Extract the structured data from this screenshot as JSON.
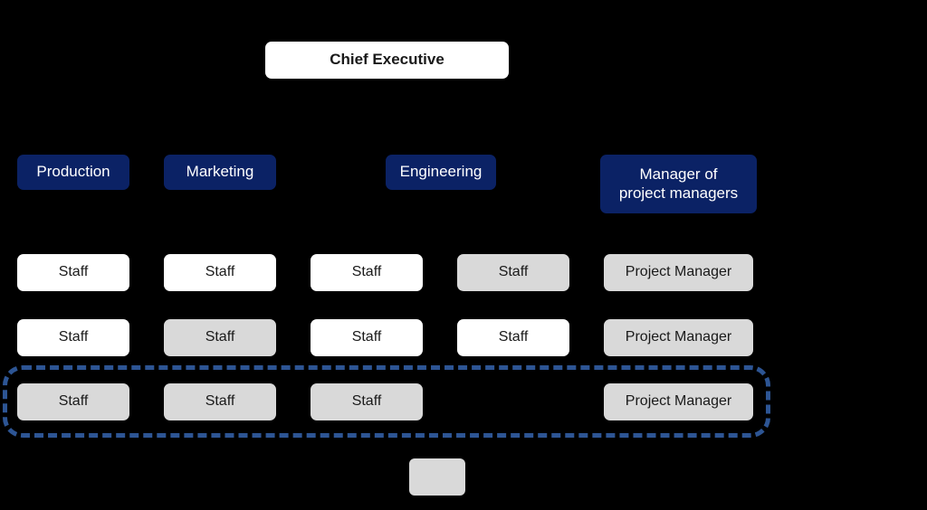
{
  "chart_data": {
    "type": "diagram",
    "title": "Matrix organizational structure chart",
    "levels": [
      {
        "name": "executive",
        "nodes": [
          {
            "label": "Chief Executive",
            "style": "white-exec"
          }
        ]
      },
      {
        "name": "departments",
        "nodes": [
          {
            "label": "Production",
            "style": "navy"
          },
          {
            "label": "Marketing",
            "style": "navy"
          },
          {
            "label": "Engineering",
            "style": "navy"
          },
          {
            "label": "Manager of\nproject managers",
            "style": "navy"
          }
        ]
      },
      {
        "name": "row-1",
        "nodes": [
          {
            "label": "Staff",
            "style": "white"
          },
          {
            "label": "Staff",
            "style": "white"
          },
          {
            "label": "Staff",
            "style": "white"
          },
          {
            "label": "Staff",
            "style": "gray"
          },
          {
            "label": "Project Manager",
            "style": "gray"
          }
        ]
      },
      {
        "name": "row-2",
        "nodes": [
          {
            "label": "Staff",
            "style": "white"
          },
          {
            "label": "Staff",
            "style": "gray"
          },
          {
            "label": "Staff",
            "style": "white"
          },
          {
            "label": "Staff",
            "style": "white"
          },
          {
            "label": "Project Manager",
            "style": "gray"
          }
        ]
      },
      {
        "name": "row-3",
        "nodes": [
          {
            "label": "Staff",
            "style": "gray"
          },
          {
            "label": "Staff",
            "style": "gray"
          },
          {
            "label": "Staff",
            "style": "gray"
          },
          {
            "label": "Project Manager",
            "style": "gray"
          }
        ]
      },
      {
        "name": "legend",
        "nodes": [
          {
            "label": "",
            "style": "gray"
          }
        ]
      }
    ],
    "highlight": {
      "name": "project-team-group",
      "style": "blue-dashed-rounded-rectangle",
      "color": "#2d5594",
      "encloses": "row-3"
    },
    "colors": {
      "background": "#000000",
      "navy": "#0b2265",
      "white_box": "#ffffff",
      "gray_box": "#d9d9d9",
      "dashed_outline": "#2d5594",
      "text_dark": "#1a1a1a",
      "text_light": "#ffffff"
    }
  },
  "executive": {
    "chief": "Chief Executive"
  },
  "departments": {
    "production": "Production",
    "marketing": "Marketing",
    "engineering": "Engineering",
    "manager_of_pms": "Manager of\nproject managers"
  },
  "row1": {
    "c1": "Staff",
    "c2": "Staff",
    "c3": "Staff",
    "c4": "Staff",
    "c5": "Project Manager"
  },
  "row2": {
    "c1": "Staff",
    "c2": "Staff",
    "c3": "Staff",
    "c4": "Staff",
    "c5": "Project Manager"
  },
  "row3": {
    "c1": "Staff",
    "c2": "Staff",
    "c3": "Staff",
    "c5": "Project Manager"
  },
  "legend": {
    "swatch_label": ""
  }
}
